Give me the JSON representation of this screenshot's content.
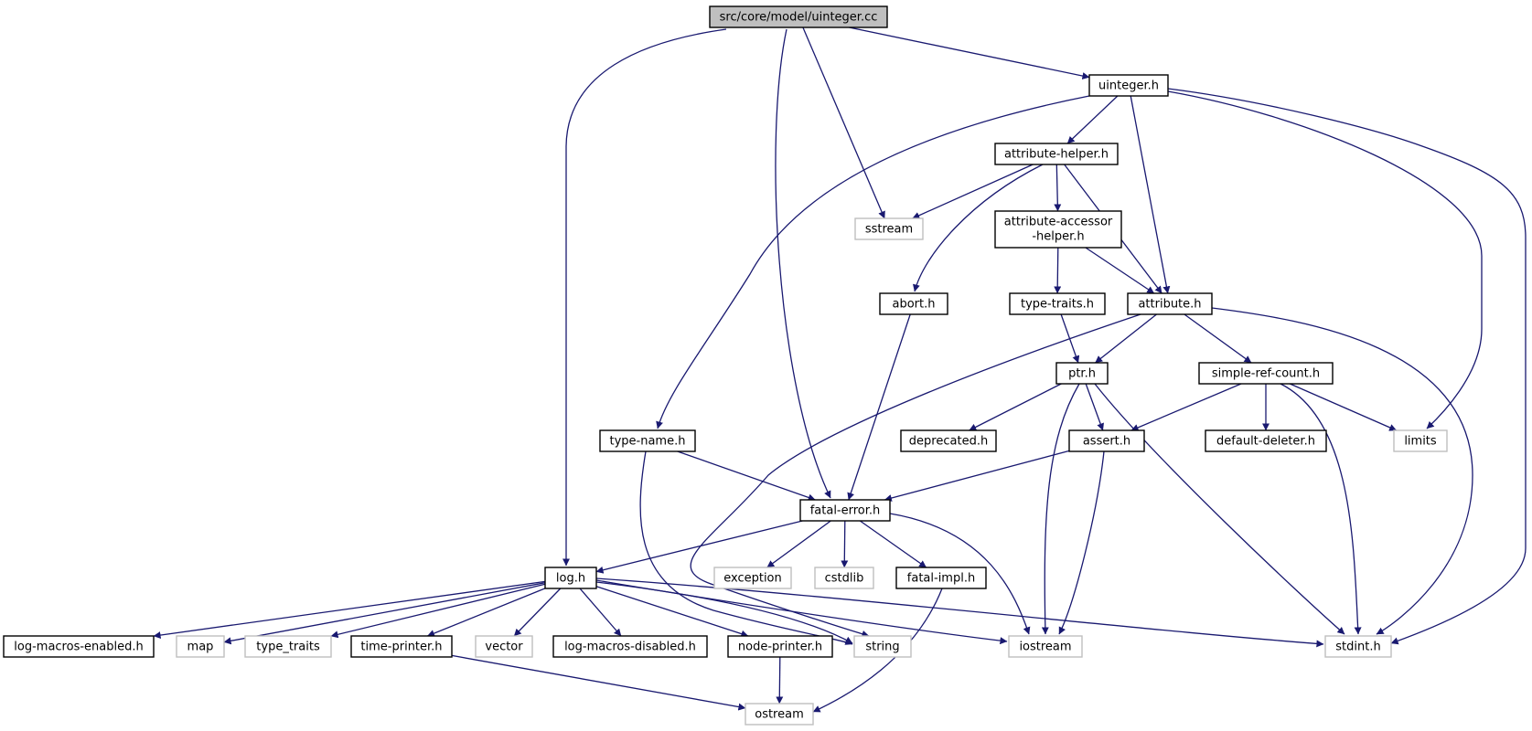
{
  "colors": {
    "edge": "#191970",
    "node_border": "#000000",
    "external_border": "#bfbfbf",
    "root_fill": "#bfbfbf",
    "node_fill": "#ffffff",
    "text": "#000000"
  },
  "nodes": [
    {
      "id": "uinteger_cc",
      "label": "src/core/model/uinteger.cc",
      "kind": "root"
    },
    {
      "id": "uinteger_h",
      "label": "uinteger.h",
      "kind": "local"
    },
    {
      "id": "attribute_helper_h",
      "label": "attribute-helper.h",
      "kind": "local"
    },
    {
      "id": "sstream",
      "label": "sstream",
      "kind": "external"
    },
    {
      "id": "attribute_accessor_helper_h",
      "label": "attribute-accessor",
      "label2": "-helper.h",
      "kind": "local"
    },
    {
      "id": "abort_h",
      "label": "abort.h",
      "kind": "local"
    },
    {
      "id": "type_traits_h",
      "label": "type-traits.h",
      "kind": "local"
    },
    {
      "id": "attribute_h",
      "label": "attribute.h",
      "kind": "local"
    },
    {
      "id": "ptr_h",
      "label": "ptr.h",
      "kind": "local"
    },
    {
      "id": "simple_ref_count_h",
      "label": "simple-ref-count.h",
      "kind": "local"
    },
    {
      "id": "type_name_h",
      "label": "type-name.h",
      "kind": "local"
    },
    {
      "id": "deprecated_h",
      "label": "deprecated.h",
      "kind": "local"
    },
    {
      "id": "assert_h",
      "label": "assert.h",
      "kind": "local"
    },
    {
      "id": "default_deleter_h",
      "label": "default-deleter.h",
      "kind": "local"
    },
    {
      "id": "limits",
      "label": "limits",
      "kind": "external"
    },
    {
      "id": "fatal_error_h",
      "label": "fatal-error.h",
      "kind": "local"
    },
    {
      "id": "log_h",
      "label": "log.h",
      "kind": "local"
    },
    {
      "id": "exception",
      "label": "exception",
      "kind": "external"
    },
    {
      "id": "cstdlib",
      "label": "cstdlib",
      "kind": "external"
    },
    {
      "id": "fatal_impl_h",
      "label": "fatal-impl.h",
      "kind": "local"
    },
    {
      "id": "log_macros_enabled_h",
      "label": "log-macros-enabled.h",
      "kind": "local"
    },
    {
      "id": "map",
      "label": "map",
      "kind": "external"
    },
    {
      "id": "type_traits",
      "label": "type_traits",
      "kind": "external"
    },
    {
      "id": "time_printer_h",
      "label": "time-printer.h",
      "kind": "local"
    },
    {
      "id": "vector",
      "label": "vector",
      "kind": "external"
    },
    {
      "id": "log_macros_disabled_h",
      "label": "log-macros-disabled.h",
      "kind": "local"
    },
    {
      "id": "node_printer_h",
      "label": "node-printer.h",
      "kind": "local"
    },
    {
      "id": "string",
      "label": "string",
      "kind": "external"
    },
    {
      "id": "iostream",
      "label": "iostream",
      "kind": "external"
    },
    {
      "id": "stdint_h",
      "label": "stdint.h",
      "kind": "external"
    },
    {
      "id": "ostream",
      "label": "ostream",
      "kind": "external"
    }
  ],
  "edges": [
    [
      "uinteger_cc",
      "log_h"
    ],
    [
      "uinteger_cc",
      "fatal_error_h"
    ],
    [
      "uinteger_cc",
      "sstream"
    ],
    [
      "uinteger_cc",
      "uinteger_h"
    ],
    [
      "uinteger_h",
      "type_name_h"
    ],
    [
      "uinteger_h",
      "attribute_helper_h"
    ],
    [
      "uinteger_h",
      "attribute_h"
    ],
    [
      "uinteger_h",
      "limits"
    ],
    [
      "uinteger_h",
      "stdint_h"
    ],
    [
      "attribute_helper_h",
      "sstream"
    ],
    [
      "attribute_helper_h",
      "abort_h"
    ],
    [
      "attribute_helper_h",
      "attribute_accessor_helper_h"
    ],
    [
      "attribute_helper_h",
      "attribute_h"
    ],
    [
      "attribute_accessor_helper_h",
      "type_traits_h"
    ],
    [
      "attribute_accessor_helper_h",
      "attribute_h"
    ],
    [
      "abort_h",
      "fatal_error_h"
    ],
    [
      "type_traits_h",
      "ptr_h"
    ],
    [
      "attribute_h",
      "ptr_h"
    ],
    [
      "attribute_h",
      "simple_ref_count_h"
    ],
    [
      "attribute_h",
      "string"
    ],
    [
      "attribute_h",
      "stdint_h"
    ],
    [
      "ptr_h",
      "deprecated_h"
    ],
    [
      "ptr_h",
      "assert_h"
    ],
    [
      "ptr_h",
      "iostream"
    ],
    [
      "ptr_h",
      "stdint_h"
    ],
    [
      "simple_ref_count_h",
      "assert_h"
    ],
    [
      "simple_ref_count_h",
      "default_deleter_h"
    ],
    [
      "simple_ref_count_h",
      "limits"
    ],
    [
      "simple_ref_count_h",
      "stdint_h"
    ],
    [
      "type_name_h",
      "fatal_error_h"
    ],
    [
      "type_name_h",
      "string"
    ],
    [
      "assert_h",
      "fatal_error_h"
    ],
    [
      "assert_h",
      "iostream"
    ],
    [
      "fatal_error_h",
      "log_h"
    ],
    [
      "fatal_error_h",
      "exception"
    ],
    [
      "fatal_error_h",
      "cstdlib"
    ],
    [
      "fatal_error_h",
      "fatal_impl_h"
    ],
    [
      "fatal_error_h",
      "iostream"
    ],
    [
      "fatal_impl_h",
      "ostream"
    ],
    [
      "log_h",
      "log_macros_enabled_h"
    ],
    [
      "log_h",
      "map"
    ],
    [
      "log_h",
      "type_traits"
    ],
    [
      "log_h",
      "time_printer_h"
    ],
    [
      "log_h",
      "vector"
    ],
    [
      "log_h",
      "log_macros_disabled_h"
    ],
    [
      "log_h",
      "node_printer_h"
    ],
    [
      "log_h",
      "string"
    ],
    [
      "log_h",
      "iostream"
    ],
    [
      "log_h",
      "stdint_h"
    ],
    [
      "time_printer_h",
      "ostream"
    ],
    [
      "node_printer_h",
      "ostream"
    ]
  ]
}
